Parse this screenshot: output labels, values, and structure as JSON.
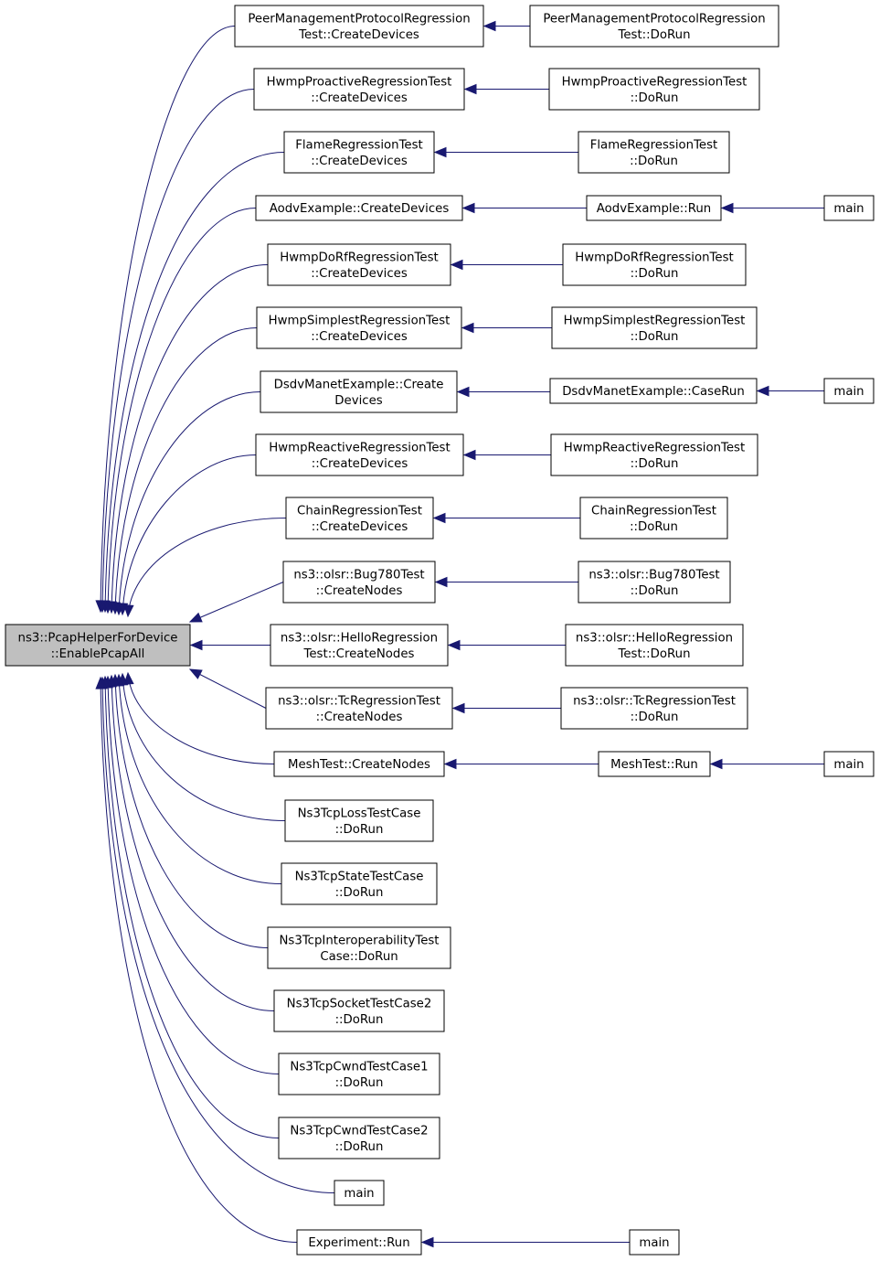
{
  "colors": {
    "edge": "#191970",
    "root_fill": "#bfbfbf",
    "node_fill": "#ffffff",
    "node_border": "#000000"
  },
  "root": {
    "id": "root",
    "lines": [
      "ns3::PcapHelperForDevice",
      "::EnablePcapAll"
    ]
  },
  "nodes": [
    {
      "id": "c1",
      "lines": [
        "PeerManagementProtocolRegression",
        "Test::CreateDevices"
      ]
    },
    {
      "id": "c2",
      "lines": [
        "HwmpProactiveRegressionTest",
        "::CreateDevices"
      ]
    },
    {
      "id": "c3",
      "lines": [
        "FlameRegressionTest",
        "::CreateDevices"
      ]
    },
    {
      "id": "c4",
      "lines": [
        "AodvExample::CreateDevices"
      ]
    },
    {
      "id": "c5",
      "lines": [
        "HwmpDoRfRegressionTest",
        "::CreateDevices"
      ]
    },
    {
      "id": "c6",
      "lines": [
        "HwmpSimplestRegressionTest",
        "::CreateDevices"
      ]
    },
    {
      "id": "c7",
      "lines": [
        "DsdvManetExample::Create",
        "Devices"
      ]
    },
    {
      "id": "c8",
      "lines": [
        "HwmpReactiveRegressionTest",
        "::CreateDevices"
      ]
    },
    {
      "id": "c9",
      "lines": [
        "ChainRegressionTest",
        "::CreateDevices"
      ]
    },
    {
      "id": "c10",
      "lines": [
        "ns3::olsr::Bug780Test",
        "::CreateNodes"
      ]
    },
    {
      "id": "c11",
      "lines": [
        "ns3::olsr::HelloRegression",
        "Test::CreateNodes"
      ]
    },
    {
      "id": "c12",
      "lines": [
        "ns3::olsr::TcRegressionTest",
        "::CreateNodes"
      ]
    },
    {
      "id": "c13",
      "lines": [
        "MeshTest::CreateNodes"
      ]
    },
    {
      "id": "c14",
      "lines": [
        "Ns3TcpLossTestCase",
        "::DoRun"
      ]
    },
    {
      "id": "c15",
      "lines": [
        "Ns3TcpStateTestCase",
        "::DoRun"
      ]
    },
    {
      "id": "c16",
      "lines": [
        "Ns3TcpInteroperabilityTest",
        "Case::DoRun"
      ]
    },
    {
      "id": "c17",
      "lines": [
        "Ns3TcpSocketTestCase2",
        "::DoRun"
      ]
    },
    {
      "id": "c18",
      "lines": [
        "Ns3TcpCwndTestCase1",
        "::DoRun"
      ]
    },
    {
      "id": "c19",
      "lines": [
        "Ns3TcpCwndTestCase2",
        "::DoRun"
      ]
    },
    {
      "id": "c20",
      "lines": [
        "main"
      ]
    },
    {
      "id": "c21",
      "lines": [
        "Experiment::Run"
      ]
    },
    {
      "id": "d1",
      "lines": [
        "PeerManagementProtocolRegression",
        "Test::DoRun"
      ]
    },
    {
      "id": "d2",
      "lines": [
        "HwmpProactiveRegressionTest",
        "::DoRun"
      ]
    },
    {
      "id": "d3",
      "lines": [
        "FlameRegressionTest",
        "::DoRun"
      ]
    },
    {
      "id": "d4",
      "lines": [
        "AodvExample::Run"
      ]
    },
    {
      "id": "d5",
      "lines": [
        "HwmpDoRfRegressionTest",
        "::DoRun"
      ]
    },
    {
      "id": "d6",
      "lines": [
        "HwmpSimplestRegressionTest",
        "::DoRun"
      ]
    },
    {
      "id": "d7",
      "lines": [
        "DsdvManetExample::CaseRun"
      ]
    },
    {
      "id": "d8",
      "lines": [
        "HwmpReactiveRegressionTest",
        "::DoRun"
      ]
    },
    {
      "id": "d9",
      "lines": [
        "ChainRegressionTest",
        "::DoRun"
      ]
    },
    {
      "id": "d10",
      "lines": [
        "ns3::olsr::Bug780Test",
        "::DoRun"
      ]
    },
    {
      "id": "d11",
      "lines": [
        "ns3::olsr::HelloRegression",
        "Test::DoRun"
      ]
    },
    {
      "id": "d12",
      "lines": [
        "ns3::olsr::TcRegressionTest",
        "::DoRun"
      ]
    },
    {
      "id": "d13",
      "lines": [
        "MeshTest::Run"
      ]
    },
    {
      "id": "d21",
      "lines": [
        "main"
      ]
    },
    {
      "id": "e4",
      "lines": [
        "main"
      ]
    },
    {
      "id": "e7",
      "lines": [
        "main"
      ]
    },
    {
      "id": "e13",
      "lines": [
        "main"
      ]
    }
  ],
  "edges": [
    [
      "c1",
      "root"
    ],
    [
      "c2",
      "root"
    ],
    [
      "c3",
      "root"
    ],
    [
      "c4",
      "root"
    ],
    [
      "c5",
      "root"
    ],
    [
      "c6",
      "root"
    ],
    [
      "c7",
      "root"
    ],
    [
      "c8",
      "root"
    ],
    [
      "c9",
      "root"
    ],
    [
      "c10",
      "root"
    ],
    [
      "c11",
      "root"
    ],
    [
      "c12",
      "root"
    ],
    [
      "c13",
      "root"
    ],
    [
      "c14",
      "root"
    ],
    [
      "c15",
      "root"
    ],
    [
      "c16",
      "root"
    ],
    [
      "c17",
      "root"
    ],
    [
      "c18",
      "root"
    ],
    [
      "c19",
      "root"
    ],
    [
      "c20",
      "root"
    ],
    [
      "c21",
      "root"
    ],
    [
      "d1",
      "c1"
    ],
    [
      "d2",
      "c2"
    ],
    [
      "d3",
      "c3"
    ],
    [
      "d4",
      "c4"
    ],
    [
      "d5",
      "c5"
    ],
    [
      "d6",
      "c6"
    ],
    [
      "d7",
      "c7"
    ],
    [
      "d8",
      "c8"
    ],
    [
      "d9",
      "c9"
    ],
    [
      "d10",
      "c10"
    ],
    [
      "d11",
      "c11"
    ],
    [
      "d12",
      "c12"
    ],
    [
      "d13",
      "c13"
    ],
    [
      "d21",
      "c21"
    ],
    [
      "e4",
      "d4"
    ],
    [
      "e7",
      "d7"
    ],
    [
      "e13",
      "d13"
    ]
  ]
}
